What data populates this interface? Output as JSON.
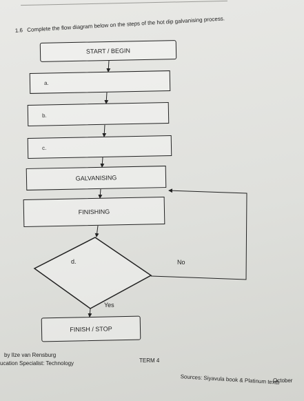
{
  "question": {
    "number": "1.6",
    "text": "Complete the flow diagram below on the steps of the hot dip galvanising process."
  },
  "flow": {
    "start": "START / BEGIN",
    "step_a": "a.",
    "step_b": "b.",
    "step_c": "c.",
    "galvanising": "GALVANISING",
    "finishing": "FINISHING",
    "decision_d": "d.",
    "no_label": "No",
    "yes_label": "Yes",
    "finish": "FINISH / STOP"
  },
  "footer": {
    "author": "by Ilze van Rensburg",
    "role": "ucation Specialist:  Technology",
    "term": "TERM 4",
    "month": "October",
    "sources": "Sources:  Siyavula book & Platinum textb"
  }
}
